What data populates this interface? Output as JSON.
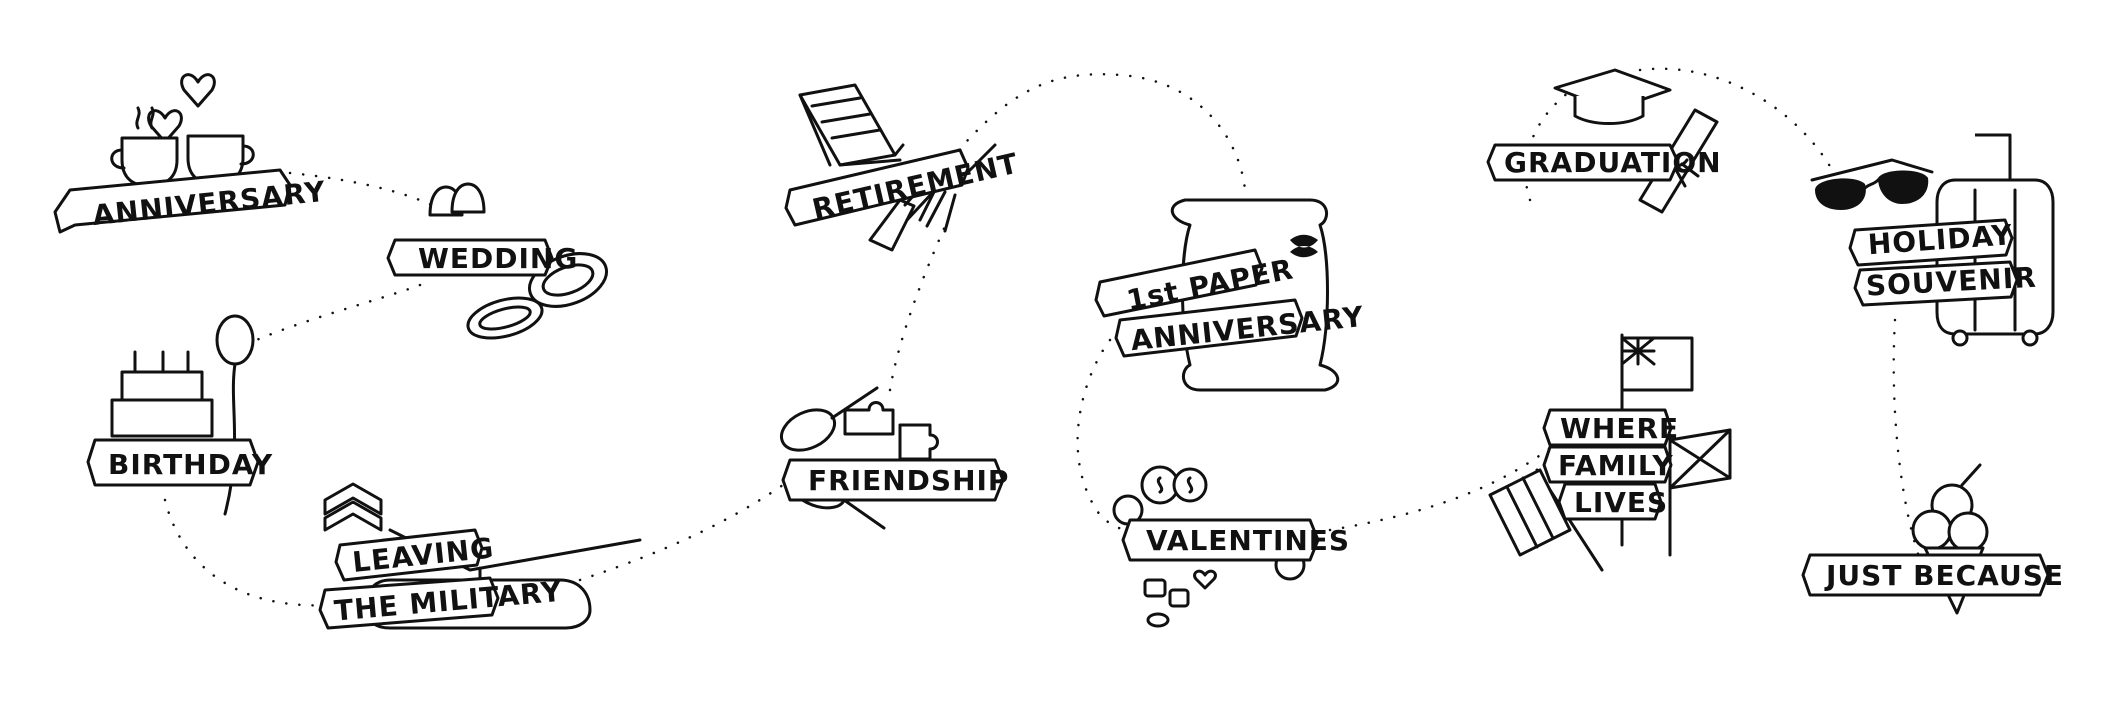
{
  "milestones": {
    "anniversary": "ANNIVERSARY",
    "wedding": "WEDDING",
    "birthday": "BIRTHDAY",
    "leaving_line1": "LEAVING",
    "leaving_line2": "THE MILITARY",
    "retirement": "RETIREMENT",
    "friendship": "FRIENDSHIP",
    "paper_line1": "1st PAPER",
    "paper_line2": "ANNIVERSARY",
    "valentines": "VALENTINES",
    "graduation": "GRADUATION",
    "family_line1": "WHERE",
    "family_line2": "FAMILY",
    "family_line3": "LIVES",
    "holiday_line1": "HOLIDAY",
    "holiday_line2": "SOUVENIR",
    "just_because": "JUST BECAUSE"
  },
  "icons": [
    "coffee-cups-icon",
    "hearts-icon",
    "wedding-bells-icon",
    "rings-icon",
    "balloon-icon",
    "birthday-cake-icon",
    "chevron-stripes-icon",
    "helicopter-icon",
    "deck-chair-icon",
    "garden-tools-icon",
    "tennis-rackets-icon",
    "puzzle-pieces-icon",
    "scroll-icon",
    "lipstick-kiss-icon",
    "roses-icon",
    "chocolates-icon",
    "mortarboard-icon",
    "diploma-icon",
    "flags-icon",
    "sunglasses-icon",
    "suitcase-icon",
    "ice-cream-icon"
  ]
}
